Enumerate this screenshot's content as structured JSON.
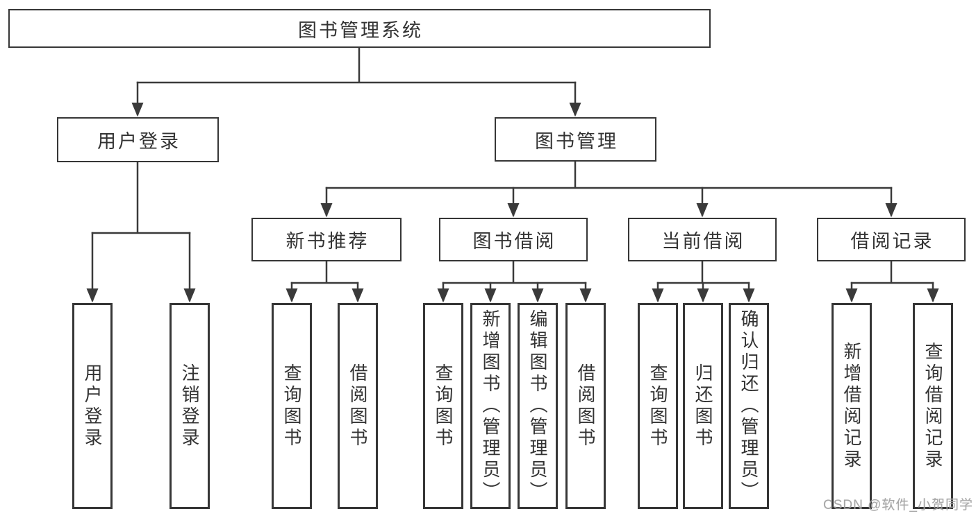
{
  "diagram": {
    "type": "tree",
    "title": "图书管理系统",
    "watermark": "CSDN @软件_小贺同学",
    "colors": {
      "line": "#3a3a3a",
      "border": "#363636",
      "background": "#ffffff",
      "text": "#333333",
      "watermark": "#9e9e9e"
    },
    "nodes": {
      "root": {
        "label": "图书管理系统",
        "children": [
          "user_login",
          "book_management"
        ]
      },
      "user_login": {
        "label": "用户登录",
        "children": [
          "login",
          "logout"
        ]
      },
      "book_management": {
        "label": "图书管理",
        "children": [
          "new_book_recommend",
          "book_borrow",
          "current_borrow",
          "borrow_records"
        ]
      },
      "new_book_recommend": {
        "label": "新书推荐",
        "children": [
          "nbr_query_books",
          "nbr_borrow_books"
        ]
      },
      "book_borrow": {
        "label": "图书借阅",
        "children": [
          "bb_query_books",
          "bb_add_books",
          "bb_edit_books",
          "bb_borrow_books"
        ]
      },
      "current_borrow": {
        "label": "当前借阅",
        "children": [
          "cb_query_books",
          "cb_return_books",
          "cb_confirm_return"
        ]
      },
      "borrow_records": {
        "label": "借阅记录",
        "children": [
          "br_add_record",
          "br_query_record"
        ]
      },
      "login": {
        "label": "用户登录"
      },
      "logout": {
        "label": "注销登录"
      },
      "nbr_query_books": {
        "label": "查询图书"
      },
      "nbr_borrow_books": {
        "label": "借阅图书"
      },
      "bb_query_books": {
        "label": "查询图书"
      },
      "bb_add_books": {
        "label": "新增图书（管理员）"
      },
      "bb_edit_books": {
        "label": "编辑图书（管理员）"
      },
      "bb_borrow_books": {
        "label": "借阅图书"
      },
      "cb_query_books": {
        "label": "查询图书"
      },
      "cb_return_books": {
        "label": "归还图书"
      },
      "cb_confirm_return": {
        "label": "确认归还（管理员）"
      },
      "br_add_record": {
        "label": "新增借阅记录"
      },
      "br_query_record": {
        "label": "查询借阅记录"
      }
    }
  }
}
